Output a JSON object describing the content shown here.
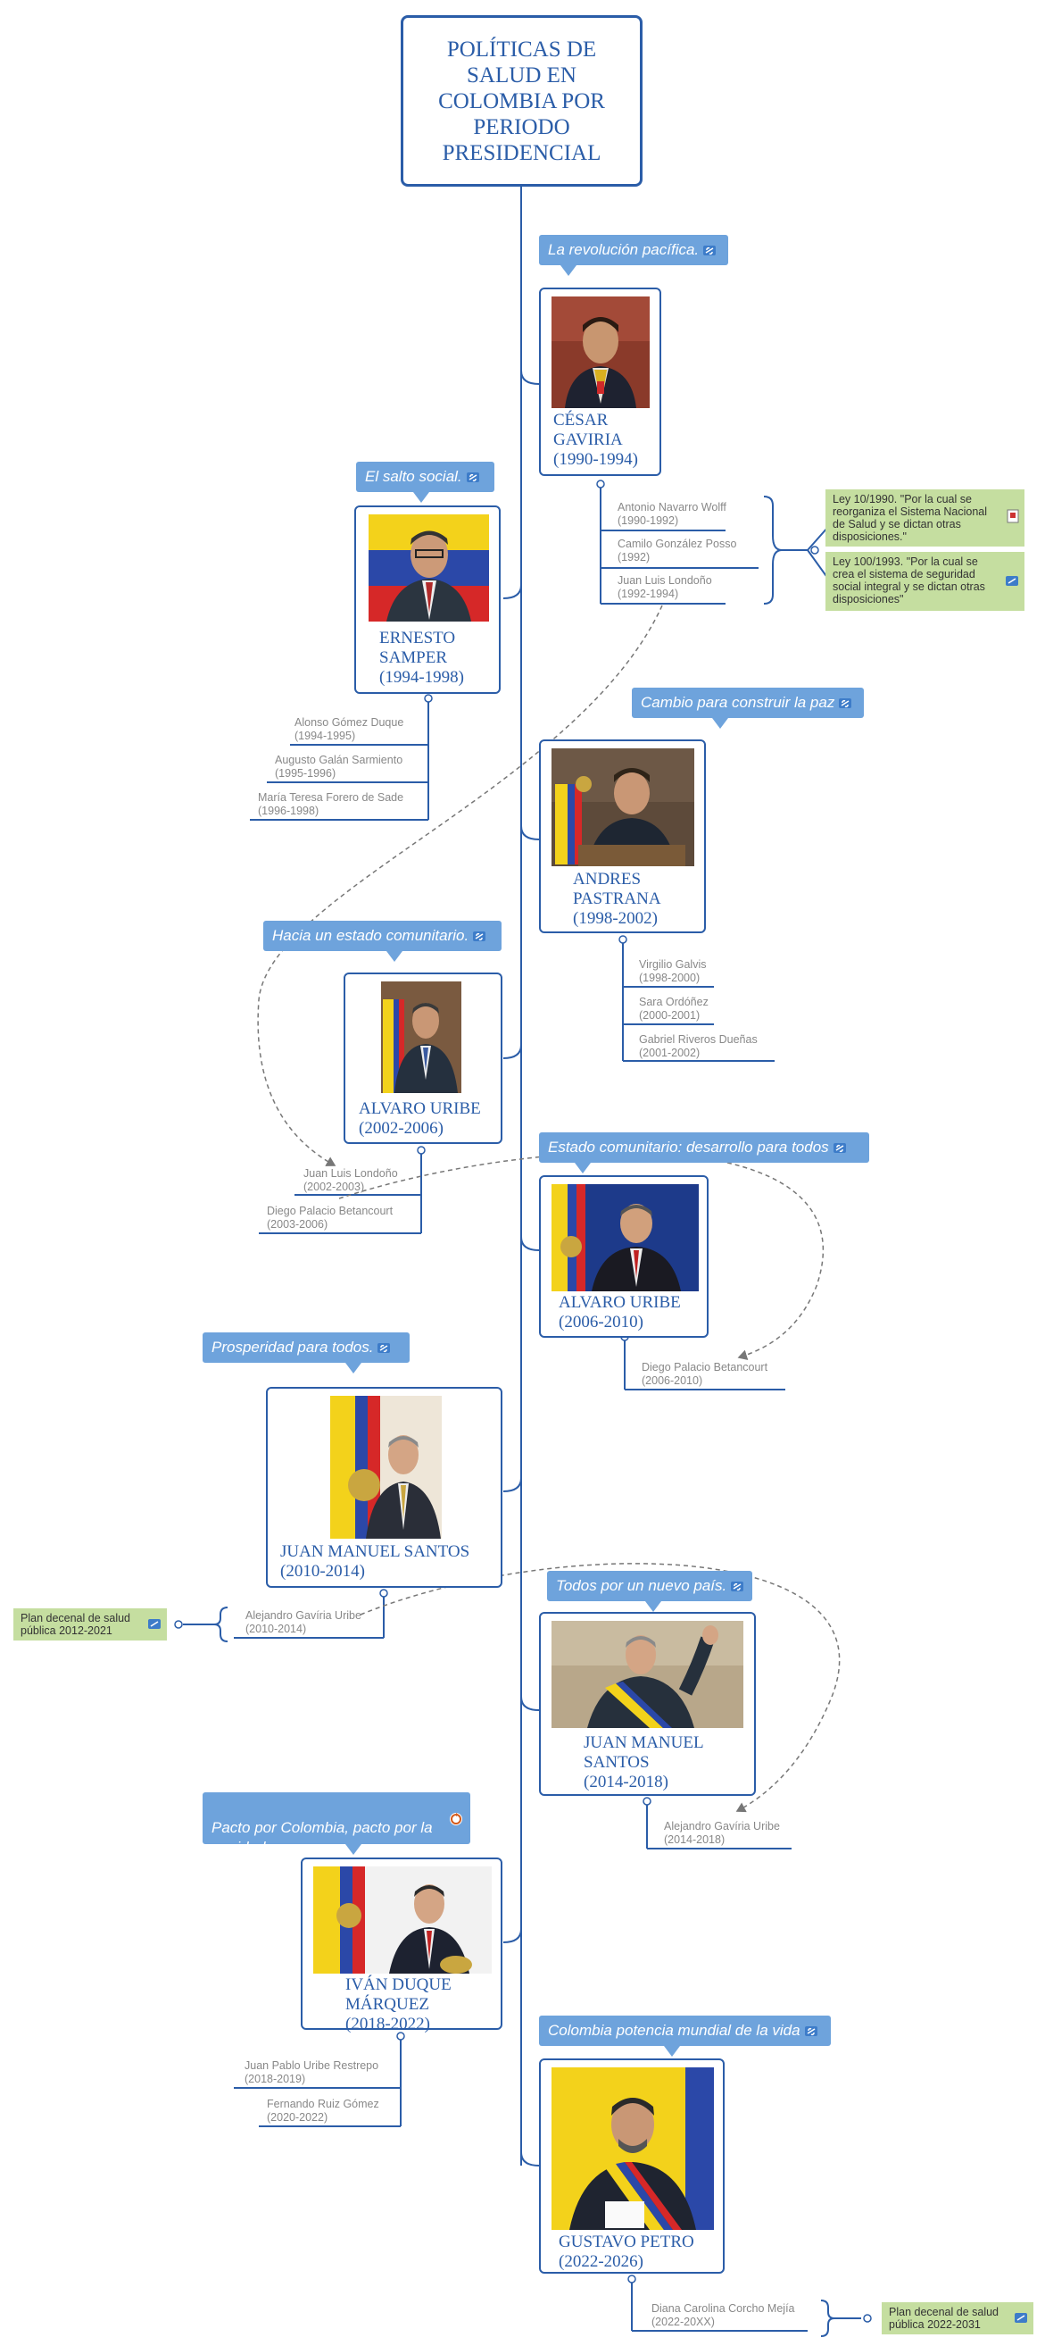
{
  "title": "POLÍTICAS DE SALUD EN COLOMBIA POR PERIODO PRESIDENCIAL",
  "presidents": [
    {
      "name": "CÉSAR\nGAVIRIA\n(1990-1994)",
      "slogan": "La revolución pacífica.",
      "ministers": [
        [
          "Antonio Navarro Wolff",
          "(1990-1992)"
        ],
        [
          "Camilo González Posso",
          "(1992)"
        ],
        [
          "Juan Luis Londoño",
          "(1992-1994)"
        ]
      ]
    },
    {
      "name": "ERNESTO\nSAMPER\n(1994-1998)",
      "slogan": "El salto social.",
      "ministers": [
        [
          "Alonso Gómez Duque",
          "(1994-1995)"
        ],
        [
          "Augusto Galán Sarmiento",
          "(1995-1996)"
        ],
        [
          "María Teresa Forero de Sade",
          "(1996-1998)"
        ]
      ]
    },
    {
      "name": "ANDRES\nPASTRANA\n(1998-2002)",
      "slogan": "Cambio para construir la paz",
      "ministers": [
        [
          "Virgilio Galvis",
          "(1998-2000)"
        ],
        [
          " Sara Ordóñez",
          "(2000-2001)"
        ],
        [
          "Gabriel Riveros Dueñas",
          "(2001-2002)"
        ]
      ]
    },
    {
      "name": "ALVARO URIBE\n(2002-2006)",
      "slogan": "Hacia un estado comunitario.",
      "ministers": [
        [
          "Juan Luis Londoño",
          "(2002-2003)"
        ],
        [
          "Diego Palacio Betancourt",
          "(2003-2006)"
        ]
      ]
    },
    {
      "name": "ALVARO URIBE\n(2006-2010)",
      "slogan": "Estado comunitario: desarrollo para todos",
      "ministers": [
        [
          "Diego Palacio Betancourt",
          "(2006-2010)"
        ]
      ]
    },
    {
      "name": "JUAN MANUEL SANTOS\n(2010-2014)",
      "slogan": "Prosperidad para todos.",
      "ministers": [
        [
          "Alejandro Gavíria Uribe",
          "(2010-2014)"
        ]
      ]
    },
    {
      "name": "JUAN MANUEL\nSANTOS\n(2014-2018)",
      "slogan": "Todos por un nuevo país.",
      "ministers": [
        [
          "Alejandro Gavíria Uribe",
          "(2014-2018)"
        ]
      ]
    },
    {
      "name": "IVÁN DUQUE\nMÁRQUEZ\n(2018-2022)",
      "slogan": "Pacto por Colombia, pacto por la\nequidad.",
      "ministers": [
        [
          "Juan Pablo Uribe Restrepo",
          "(2018-2019)"
        ],
        [
          "Fernando Ruiz Gómez",
          "(2020-2022)"
        ]
      ]
    },
    {
      "name": "GUSTAVO PETRO\n(2022-2026)",
      "slogan": "Colombia potencia mundial de la vida",
      "ministers": [
        [
          "Diana Carolina Corcho Mejía",
          "(2022-20XX)"
        ]
      ]
    }
  ],
  "notes": [
    "Ley 10/1990. \"Por la cual se reorganiza el Sistema Nacional de Salud y se dictan otras disposiciones.\"",
    "Ley 100/1993. \"Por la cual se crea el sistema de seguridad social integral y se dictan otras disposiciones\"",
    "Plan decenal de salud pública 2012-2021",
    "Plan decenal de salud pública 2022-2031"
  ],
  "colors": {
    "line": "#2b5da8",
    "slogan": "#6ea3dc",
    "note": "#c5dea0"
  }
}
